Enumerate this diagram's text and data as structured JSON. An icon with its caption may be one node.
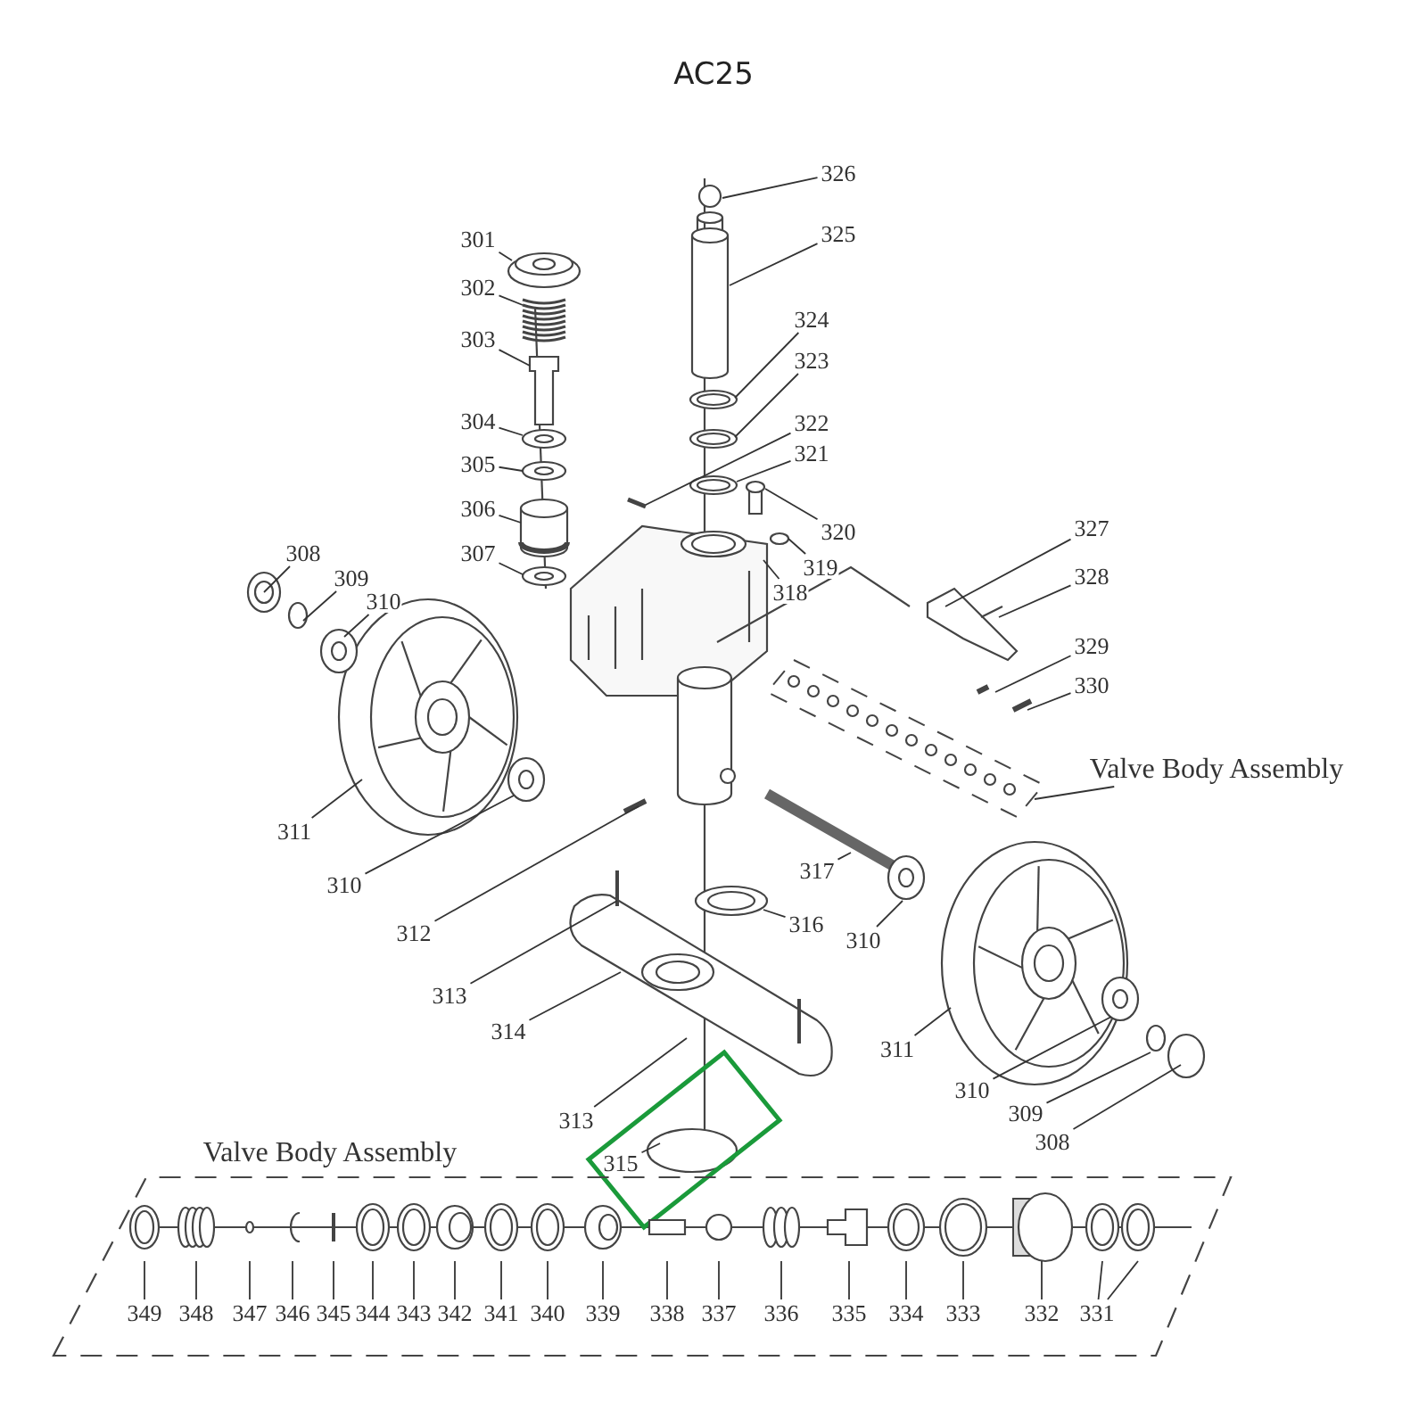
{
  "diagram": {
    "title": "AC25",
    "nodes": [
      {
        "text": [
          "326"
        ]
      },
      {
        "text": [
          "325"
        ]
      },
      {
        "text": [
          "301"
        ]
      },
      {
        "text": [
          "302"
        ]
      },
      {
        "text": [
          "303"
        ]
      },
      {
        "text": [
          "324"
        ]
      },
      {
        "text": [
          "323"
        ]
      },
      {
        "text": [
          "304"
        ]
      },
      {
        "text": [
          "322"
        ]
      },
      {
        "text": [
          "305"
        ]
      },
      {
        "text": [
          "321"
        ]
      },
      {
        "text": [
          "306"
        ]
      },
      {
        "text": [
          "320"
        ]
      },
      {
        "text": [
          "307"
        ]
      },
      {
        "text": [
          "308"
        ]
      },
      {
        "text": [
          "319"
        ]
      },
      {
        "text": [
          "309"
        ]
      },
      {
        "text": [
          "318"
        ]
      },
      {
        "text": [
          "310"
        ]
      },
      {
        "text": [
          "327"
        ]
      },
      {
        "text": [
          "328"
        ]
      },
      {
        "text": [
          "329"
        ]
      },
      {
        "text": [
          "330"
        ]
      },
      {
        "text": [
          "Valve Body Assembly"
        ]
      },
      {
        "text": [
          "311"
        ]
      },
      {
        "text": [
          "310"
        ]
      },
      {
        "text": [
          "312"
        ]
      },
      {
        "text": [
          "317"
        ]
      },
      {
        "text": [
          "316"
        ]
      },
      {
        "text": [
          "310"
        ]
      },
      {
        "text": [
          "313"
        ]
      },
      {
        "text": [
          "314"
        ]
      },
      {
        "text": [
          "311"
        ]
      },
      {
        "text": [
          "313"
        ]
      },
      {
        "text": [
          "310"
        ]
      },
      {
        "text": [
          "315"
        ]
      },
      {
        "text": [
          "309"
        ]
      },
      {
        "text": [
          "308"
        ]
      },
      {
        "text": [
          "349"
        ]
      },
      {
        "text": [
          "348"
        ]
      },
      {
        "text": [
          "347"
        ]
      },
      {
        "text": [
          "346"
        ]
      },
      {
        "text": [
          "345"
        ]
      },
      {
        "text": [
          "344"
        ]
      },
      {
        "text": [
          "343"
        ]
      },
      {
        "text": [
          "342"
        ]
      },
      {
        "text": [
          "341"
        ]
      },
      {
        "text": [
          "340"
        ]
      },
      {
        "text": [
          "339"
        ]
      },
      {
        "text": [
          "338"
        ]
      },
      {
        "text": [
          "337"
        ]
      },
      {
        "text": [
          "336"
        ]
      },
      {
        "text": [
          "335"
        ]
      },
      {
        "text": [
          "334"
        ]
      },
      {
        "text": [
          "333"
        ]
      },
      {
        "text": [
          "332"
        ]
      },
      {
        "text": [
          "331"
        ]
      }
    ],
    "edges": [
      {
        "from": 0,
        "to": null,
        "arrow": "none"
      },
      {
        "from": 1,
        "to": null,
        "arrow": "none"
      },
      {
        "from": 2,
        "to": null,
        "arrow": "none"
      },
      {
        "from": 3,
        "to": null,
        "arrow": "none"
      },
      {
        "from": 4,
        "to": null,
        "arrow": "none"
      },
      {
        "from": 5,
        "to": null,
        "arrow": "none"
      },
      {
        "from": 6,
        "to": null,
        "arrow": "none"
      },
      {
        "from": 7,
        "to": null,
        "arrow": "none"
      },
      {
        "from": 8,
        "to": null,
        "arrow": "none"
      },
      {
        "from": 9,
        "to": null,
        "arrow": "none"
      },
      {
        "from": 10,
        "to": null,
        "arrow": "none"
      },
      {
        "from": 11,
        "to": null,
        "arrow": "none"
      },
      {
        "from": 12,
        "to": null,
        "arrow": "none"
      },
      {
        "from": 13,
        "to": null,
        "arrow": "none"
      },
      {
        "from": 14,
        "to": null,
        "arrow": "none"
      },
      {
        "from": 15,
        "to": null,
        "arrow": "none"
      },
      {
        "from": 16,
        "to": null,
        "arrow": "none"
      },
      {
        "from": 17,
        "to": null,
        "arrow": "none"
      },
      {
        "from": 18,
        "to": null,
        "arrow": "none"
      },
      {
        "from": 19,
        "to": null,
        "arrow": "none"
      },
      {
        "from": 20,
        "to": null,
        "arrow": "none"
      },
      {
        "from": 21,
        "to": null,
        "arrow": "none"
      },
      {
        "from": 22,
        "to": null,
        "arrow": "none"
      },
      {
        "from": 23,
        "to": null,
        "arrow": "none"
      },
      {
        "from": 24,
        "to": null,
        "arrow": "none"
      },
      {
        "from": 25,
        "to": null,
        "arrow": "none"
      },
      {
        "from": 26,
        "to": null,
        "arrow": "none"
      },
      {
        "from": 27,
        "to": null,
        "arrow": "none"
      },
      {
        "from": 28,
        "to": null,
        "arrow": "none"
      },
      {
        "from": 29,
        "to": null,
        "arrow": "none"
      },
      {
        "from": 30,
        "to": null,
        "arrow": "none"
      },
      {
        "from": 31,
        "to": null,
        "arrow": "none"
      },
      {
        "from": 32,
        "to": null,
        "arrow": "none"
      },
      {
        "from": 33,
        "to": null,
        "arrow": "none"
      },
      {
        "from": 34,
        "to": null,
        "arrow": "none"
      },
      {
        "from": 35,
        "to": null,
        "arrow": "none"
      },
      {
        "from": 36,
        "to": null,
        "arrow": "none"
      },
      {
        "from": 37,
        "to": null,
        "arrow": "none"
      },
      {
        "from": 38,
        "to": null,
        "arrow": "none"
      },
      {
        "from": 39,
        "to": null,
        "arrow": "none"
      },
      {
        "from": 40,
        "to": null,
        "arrow": "none"
      },
      {
        "from": 41,
        "to": null,
        "arrow": "none"
      },
      {
        "from": 42,
        "to": null,
        "arrow": "none"
      },
      {
        "from": 43,
        "to": null,
        "arrow": "none"
      },
      {
        "from": 44,
        "to": null,
        "arrow": "none"
      },
      {
        "from": 45,
        "to": null,
        "arrow": "none"
      },
      {
        "from": 46,
        "to": null,
        "arrow": "none"
      },
      {
        "from": 47,
        "to": null,
        "arrow": "none"
      },
      {
        "from": 48,
        "to": null,
        "arrow": "none"
      },
      {
        "from": 49,
        "to": null,
        "arrow": "none"
      },
      {
        "from": 50,
        "to": null,
        "arrow": "none"
      },
      {
        "from": 51,
        "to": null,
        "arrow": "none"
      },
      {
        "from": 52,
        "to": null,
        "arrow": "none"
      },
      {
        "from": 53,
        "to": null,
        "arrow": "none"
      },
      {
        "from": 54,
        "to": null,
        "arrow": "none"
      },
      {
        "from": 55,
        "to": null,
        "arrow": "none"
      },
      {
        "from": 56,
        "to": null,
        "arrow": "none"
      },
      {
        "from": 56,
        "to": null,
        "arrow": "none"
      }
    ],
    "labels": [
      "Valve Body Assembly"
    ]
  }
}
